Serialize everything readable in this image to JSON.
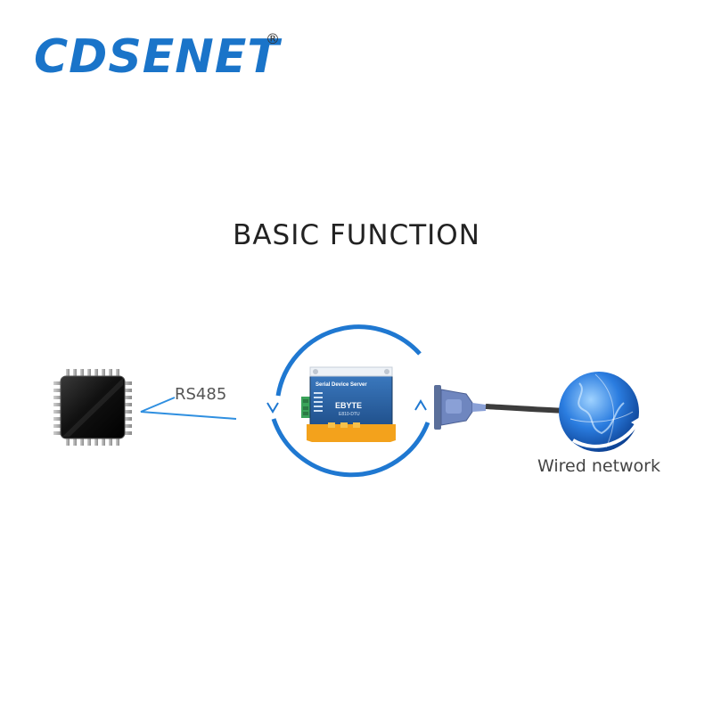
{
  "logo": {
    "text": "CDSENET",
    "registered": "®"
  },
  "title": "BASIC FUNCTION",
  "links": {
    "left_label": "RS485",
    "right_label": "Wired network"
  },
  "device": {
    "header": "Serial Device Server",
    "brand": "EBYTE",
    "model": "E810-DTU"
  },
  "colors": {
    "brand_blue": "#1a74c9",
    "accent_orange": "#f3a21c",
    "device_blue": "#2a5f9e"
  },
  "icons": [
    "chip-icon",
    "serial-device-server-icon",
    "db9-connector-icon",
    "globe-icon"
  ]
}
